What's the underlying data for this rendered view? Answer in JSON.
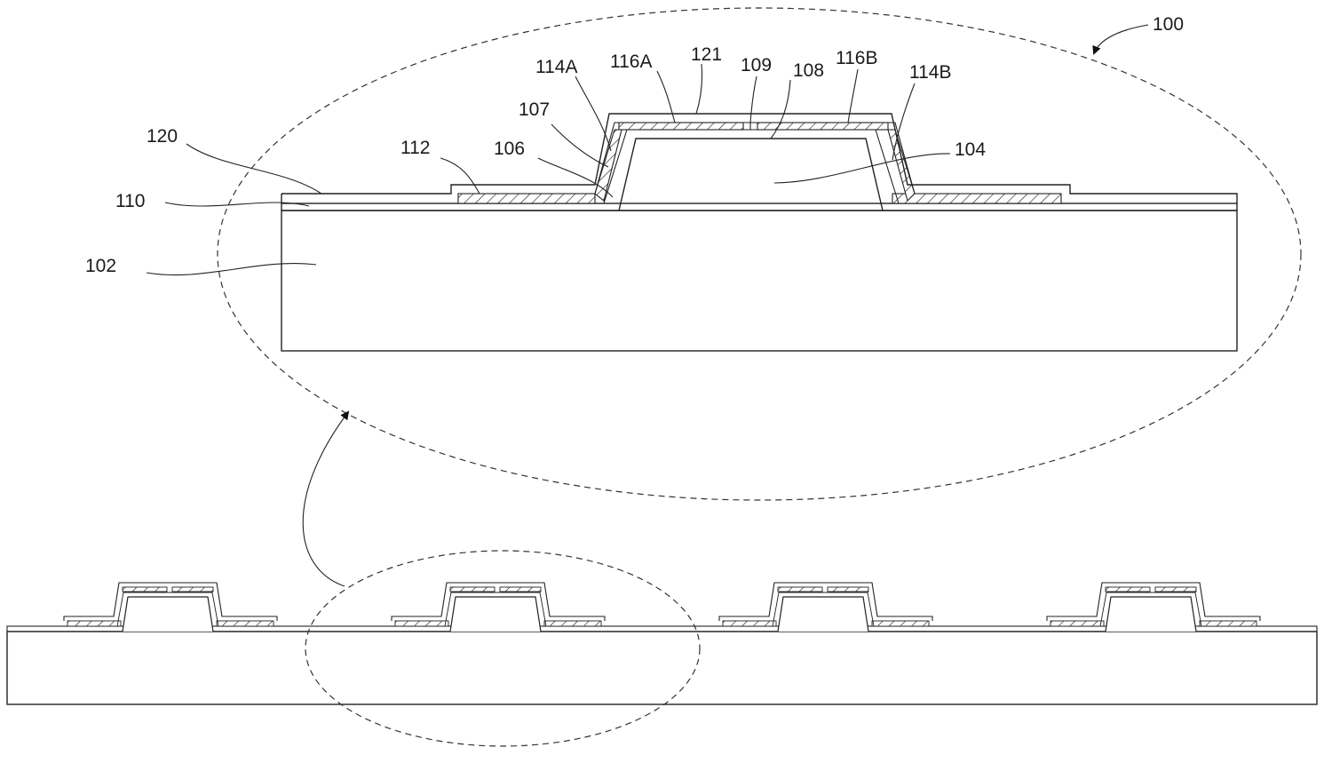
{
  "figure": {
    "ref_label": "100",
    "labels": {
      "l102": "102",
      "l104": "104",
      "l106": "106",
      "l107": "107",
      "l108": "108",
      "l109": "109",
      "l110": "110",
      "l112": "112",
      "l114a": "114A",
      "l114b": "114B",
      "l116a": "116A",
      "l116b": "116B",
      "l120": "120",
      "l121": "121"
    }
  }
}
